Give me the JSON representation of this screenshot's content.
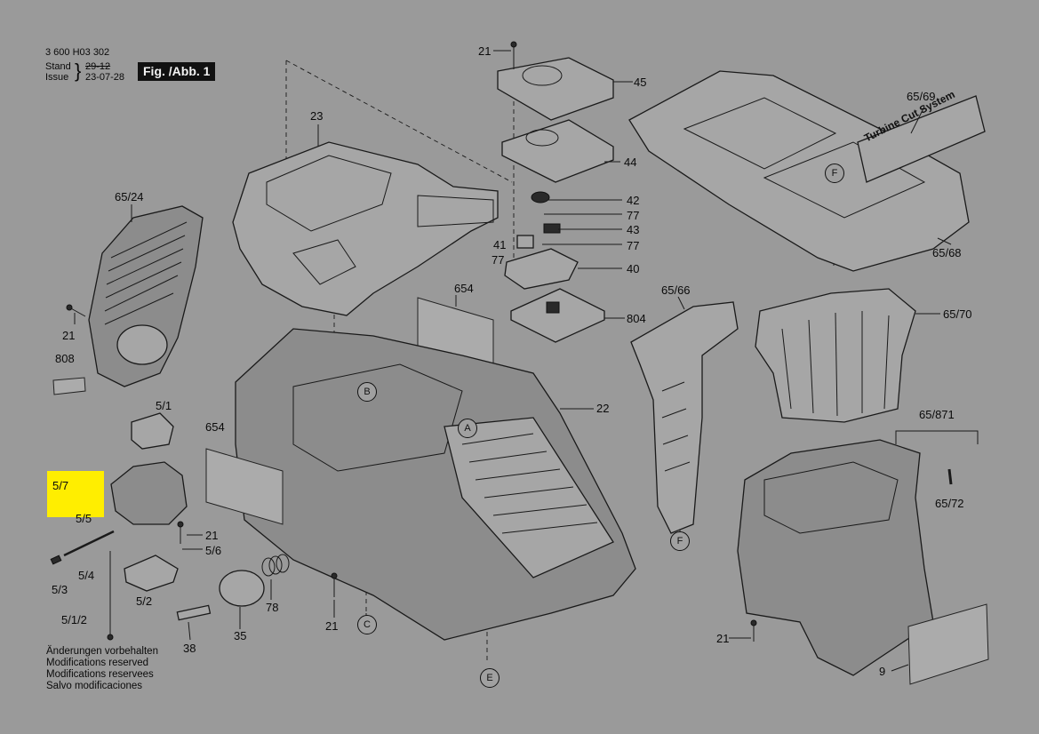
{
  "header": {
    "doc_number": "3 600 H03 302",
    "stand_label": "Stand",
    "stand_value": "29-12",
    "issue_label": "Issue",
    "issue_value": "23-07-28",
    "brace": "}",
    "figure": "Fig. /Abb. 1"
  },
  "parts": [
    {
      "id": "21",
      "text": "21"
    },
    {
      "id": "45",
      "text": "45"
    },
    {
      "id": "44",
      "text": "44"
    },
    {
      "id": "42",
      "text": "42"
    },
    {
      "id": "77",
      "text": "77"
    },
    {
      "id": "43",
      "text": "43"
    },
    {
      "id": "41",
      "text": "41"
    },
    {
      "id": "40",
      "text": "40"
    },
    {
      "id": "804",
      "text": "804"
    },
    {
      "id": "23",
      "text": "23"
    },
    {
      "id": "65/24",
      "text": "65/24"
    },
    {
      "id": "654",
      "text": "654"
    },
    {
      "id": "808",
      "text": "808"
    },
    {
      "id": "5/1",
      "text": "5/1"
    },
    {
      "id": "5/7",
      "text": "5/7"
    },
    {
      "id": "5/5",
      "text": "5/5"
    },
    {
      "id": "5/6",
      "text": "5/6"
    },
    {
      "id": "5/4",
      "text": "5/4"
    },
    {
      "id": "5/3",
      "text": "5/3"
    },
    {
      "id": "5/2",
      "text": "5/2"
    },
    {
      "id": "5/1/2",
      "text": "5/1/2"
    },
    {
      "id": "38",
      "text": "38"
    },
    {
      "id": "35",
      "text": "35"
    },
    {
      "id": "78",
      "text": "78"
    },
    {
      "id": "22",
      "text": "22"
    },
    {
      "id": "65/66",
      "text": "65/66"
    },
    {
      "id": "65/69",
      "text": "65/69"
    },
    {
      "id": "65/68",
      "text": "65/68"
    },
    {
      "id": "65/70",
      "text": "65/70"
    },
    {
      "id": "65/871",
      "text": "65/871"
    },
    {
      "id": "65/72",
      "text": "65/72"
    },
    {
      "id": "9",
      "text": "9"
    }
  ],
  "callouts": [
    "A",
    "B",
    "C",
    "E",
    "F"
  ],
  "product_label": "Turbine Cut System",
  "notes": [
    "Änderungen vorbehalten",
    "Modifications reserved",
    "Modifications reservees",
    "Salvo modificaciones"
  ],
  "colors": {
    "background": "#9a9a9a",
    "highlight": "#ffee00",
    "ink": "#111111"
  }
}
